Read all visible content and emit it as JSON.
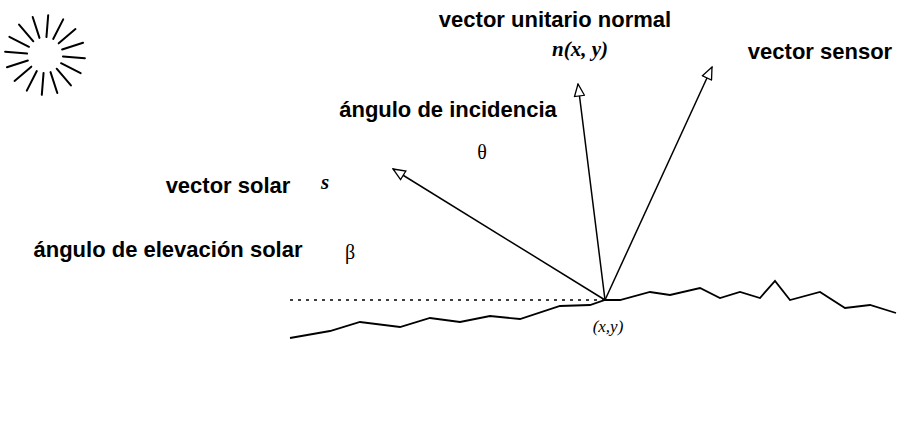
{
  "diagram": {
    "labels": [
      "vector unitario normal",
      "n(x, y)",
      "vector sensor",
      "ángulo de incidencia",
      "θ",
      "vector solar",
      "s",
      "ángulo de elevación solar",
      "β",
      "(x,y)"
    ]
  }
}
